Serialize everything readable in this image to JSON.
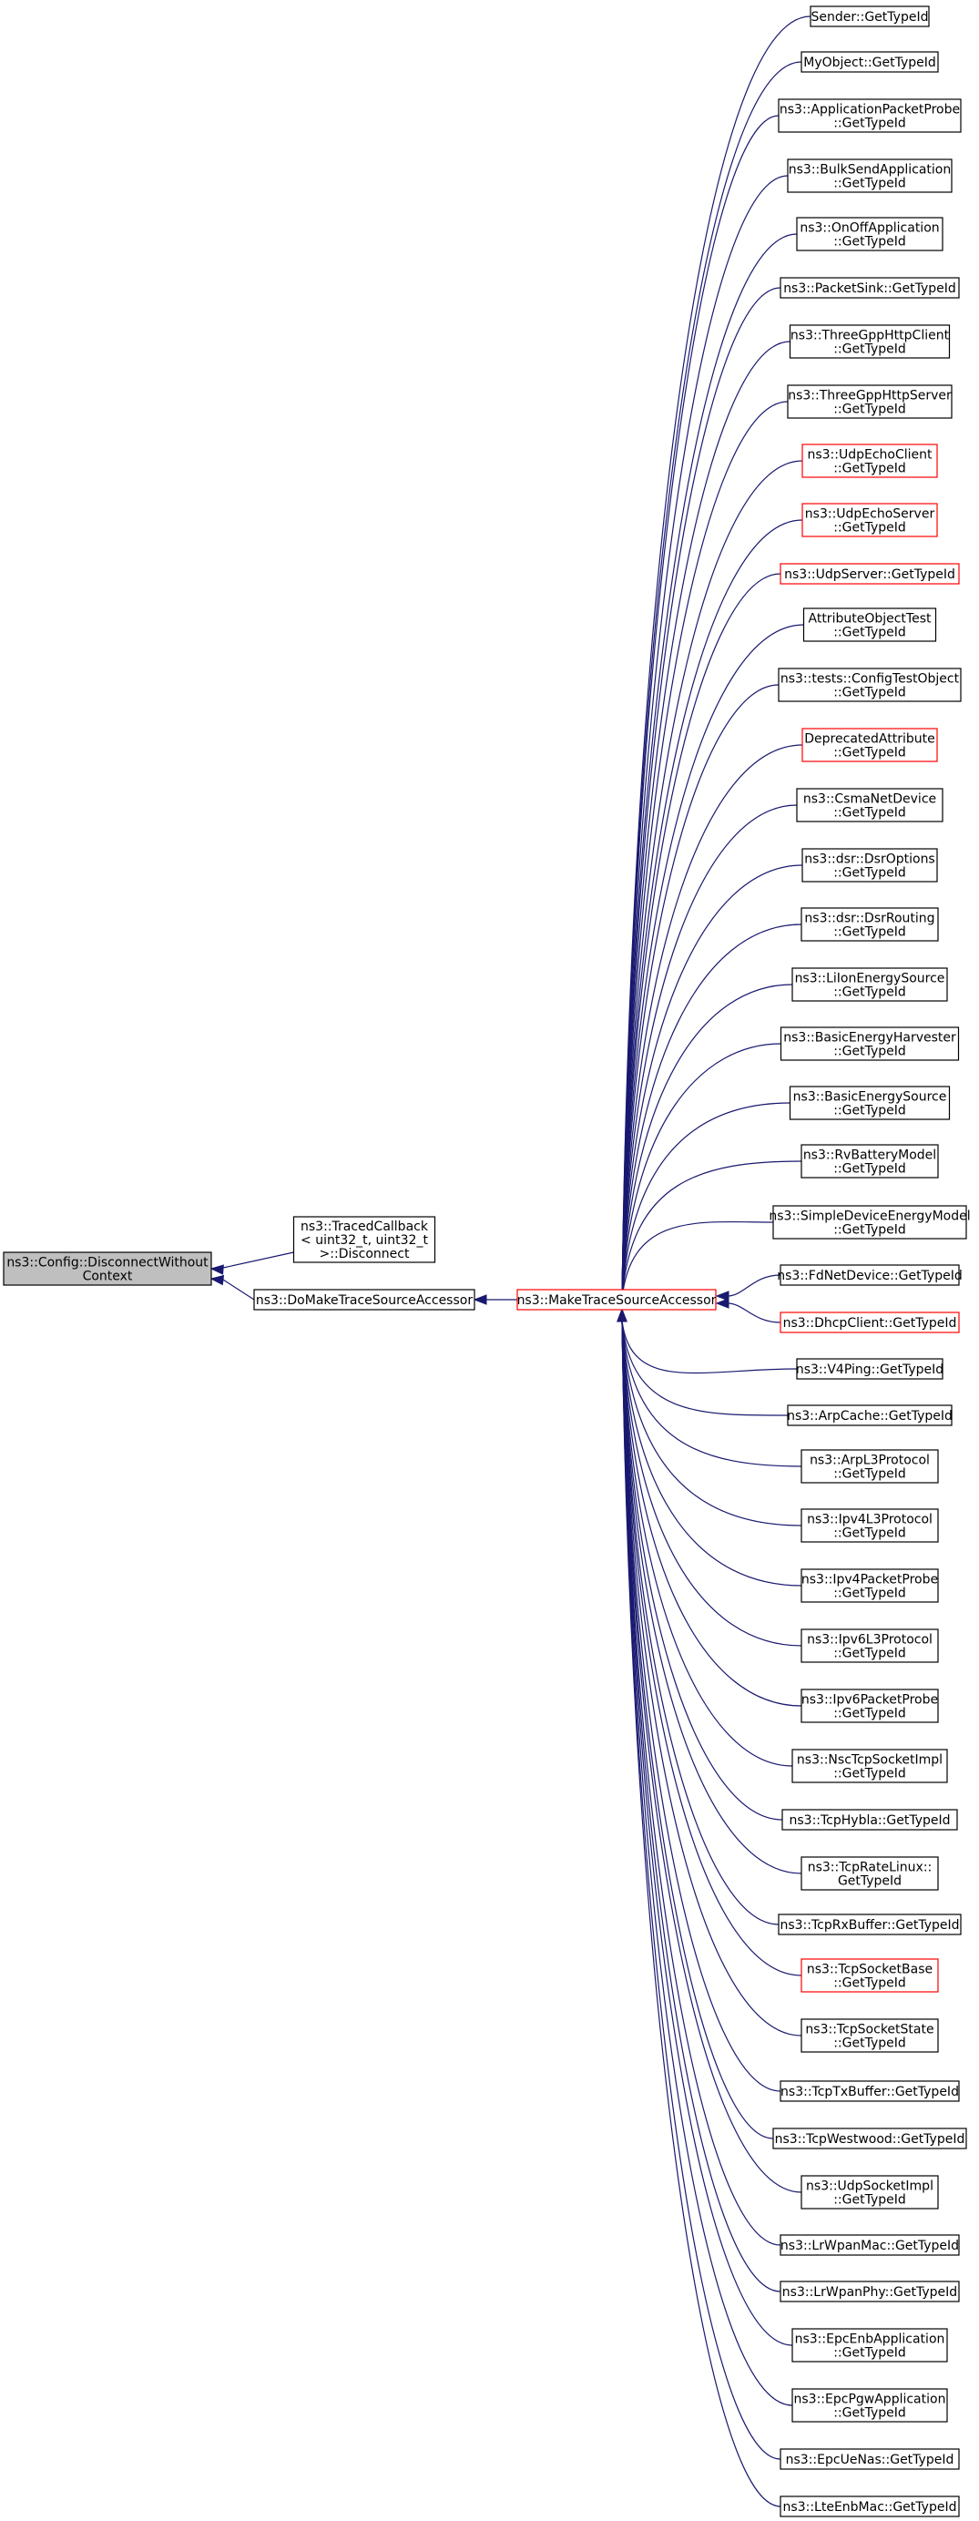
{
  "graph": {
    "edge_color": "#191970",
    "highlight_color": "#ff0000",
    "root_fill": "#bfbfbf",
    "root": {
      "id": "root",
      "lines": [
        "ns3::Config::DisconnectWithout",
        "Context"
      ],
      "style": "root"
    },
    "callers": [
      {
        "id": "traced",
        "lines": [
          "ns3::TracedCallback",
          "< uint32_t, uint32_t",
          ">::Disconnect"
        ],
        "style": "normal"
      },
      {
        "id": "domake",
        "lines": [
          "ns3::DoMakeTraceSourceAccessor"
        ],
        "style": "normal"
      }
    ],
    "hub": {
      "id": "make",
      "lines": [
        "ns3::MakeTraceSourceAccessor"
      ],
      "style": "red"
    },
    "leaves": [
      {
        "lines": [
          "Sender::GetTypeId"
        ],
        "style": "normal"
      },
      {
        "lines": [
          "MyObject::GetTypeId"
        ],
        "style": "normal"
      },
      {
        "lines": [
          "ns3::ApplicationPacketProbe",
          "::GetTypeId"
        ],
        "style": "normal"
      },
      {
        "lines": [
          "ns3::BulkSendApplication",
          "::GetTypeId"
        ],
        "style": "normal"
      },
      {
        "lines": [
          "ns3::OnOffApplication",
          "::GetTypeId"
        ],
        "style": "normal"
      },
      {
        "lines": [
          "ns3::PacketSink::GetTypeId"
        ],
        "style": "normal"
      },
      {
        "lines": [
          "ns3::ThreeGppHttpClient",
          "::GetTypeId"
        ],
        "style": "normal"
      },
      {
        "lines": [
          "ns3::ThreeGppHttpServer",
          "::GetTypeId"
        ],
        "style": "normal"
      },
      {
        "lines": [
          "ns3::UdpEchoClient",
          "::GetTypeId"
        ],
        "style": "red"
      },
      {
        "lines": [
          "ns3::UdpEchoServer",
          "::GetTypeId"
        ],
        "style": "red"
      },
      {
        "lines": [
          "ns3::UdpServer::GetTypeId"
        ],
        "style": "red"
      },
      {
        "lines": [
          "AttributeObjectTest",
          "::GetTypeId"
        ],
        "style": "normal"
      },
      {
        "lines": [
          "ns3::tests::ConfigTestObject",
          "::GetTypeId"
        ],
        "style": "normal"
      },
      {
        "lines": [
          "DeprecatedAttribute",
          "::GetTypeId"
        ],
        "style": "red"
      },
      {
        "lines": [
          "ns3::CsmaNetDevice",
          "::GetTypeId"
        ],
        "style": "normal"
      },
      {
        "lines": [
          "ns3::dsr::DsrOptions",
          "::GetTypeId"
        ],
        "style": "normal"
      },
      {
        "lines": [
          "ns3::dsr::DsrRouting",
          "::GetTypeId"
        ],
        "style": "normal"
      },
      {
        "lines": [
          "ns3::LiIonEnergySource",
          "::GetTypeId"
        ],
        "style": "normal"
      },
      {
        "lines": [
          "ns3::BasicEnergyHarvester",
          "::GetTypeId"
        ],
        "style": "normal"
      },
      {
        "lines": [
          "ns3::BasicEnergySource",
          "::GetTypeId"
        ],
        "style": "normal"
      },
      {
        "lines": [
          "ns3::RvBatteryModel",
          "::GetTypeId"
        ],
        "style": "normal"
      },
      {
        "lines": [
          "ns3::SimpleDeviceEnergyModel",
          "::GetTypeId"
        ],
        "style": "normal"
      },
      {
        "lines": [
          "ns3::FdNetDevice::GetTypeId"
        ],
        "style": "normal"
      },
      {
        "lines": [
          "ns3::DhcpClient::GetTypeId"
        ],
        "style": "red"
      },
      {
        "lines": [
          "ns3::V4Ping::GetTypeId"
        ],
        "style": "normal"
      },
      {
        "lines": [
          "ns3::ArpCache::GetTypeId"
        ],
        "style": "normal"
      },
      {
        "lines": [
          "ns3::ArpL3Protocol",
          "::GetTypeId"
        ],
        "style": "normal"
      },
      {
        "lines": [
          "ns3::Ipv4L3Protocol",
          "::GetTypeId"
        ],
        "style": "normal"
      },
      {
        "lines": [
          "ns3::Ipv4PacketProbe",
          "::GetTypeId"
        ],
        "style": "normal"
      },
      {
        "lines": [
          "ns3::Ipv6L3Protocol",
          "::GetTypeId"
        ],
        "style": "normal"
      },
      {
        "lines": [
          "ns3::Ipv6PacketProbe",
          "::GetTypeId"
        ],
        "style": "normal"
      },
      {
        "lines": [
          "ns3::NscTcpSocketImpl",
          "::GetTypeId"
        ],
        "style": "normal"
      },
      {
        "lines": [
          "ns3::TcpHybla::GetTypeId"
        ],
        "style": "normal"
      },
      {
        "lines": [
          "ns3::TcpRateLinux::",
          "GetTypeId"
        ],
        "style": "normal"
      },
      {
        "lines": [
          "ns3::TcpRxBuffer::GetTypeId"
        ],
        "style": "normal"
      },
      {
        "lines": [
          "ns3::TcpSocketBase",
          "::GetTypeId"
        ],
        "style": "red"
      },
      {
        "lines": [
          "ns3::TcpSocketState",
          "::GetTypeId"
        ],
        "style": "normal"
      },
      {
        "lines": [
          "ns3::TcpTxBuffer::GetTypeId"
        ],
        "style": "normal"
      },
      {
        "lines": [
          "ns3::TcpWestwood::GetTypeId"
        ],
        "style": "normal"
      },
      {
        "lines": [
          "ns3::UdpSocketImpl",
          "::GetTypeId"
        ],
        "style": "normal"
      },
      {
        "lines": [
          "ns3::LrWpanMac::GetTypeId"
        ],
        "style": "normal"
      },
      {
        "lines": [
          "ns3::LrWpanPhy::GetTypeId"
        ],
        "style": "normal"
      },
      {
        "lines": [
          "ns3::EpcEnbApplication",
          "::GetTypeId"
        ],
        "style": "normal"
      },
      {
        "lines": [
          "ns3::EpcPgwApplication",
          "::GetTypeId"
        ],
        "style": "normal"
      },
      {
        "lines": [
          "ns3::EpcUeNas::GetTypeId"
        ],
        "style": "normal"
      },
      {
        "lines": [
          "ns3::LteEnbMac::GetTypeId"
        ],
        "style": "normal"
      }
    ]
  }
}
